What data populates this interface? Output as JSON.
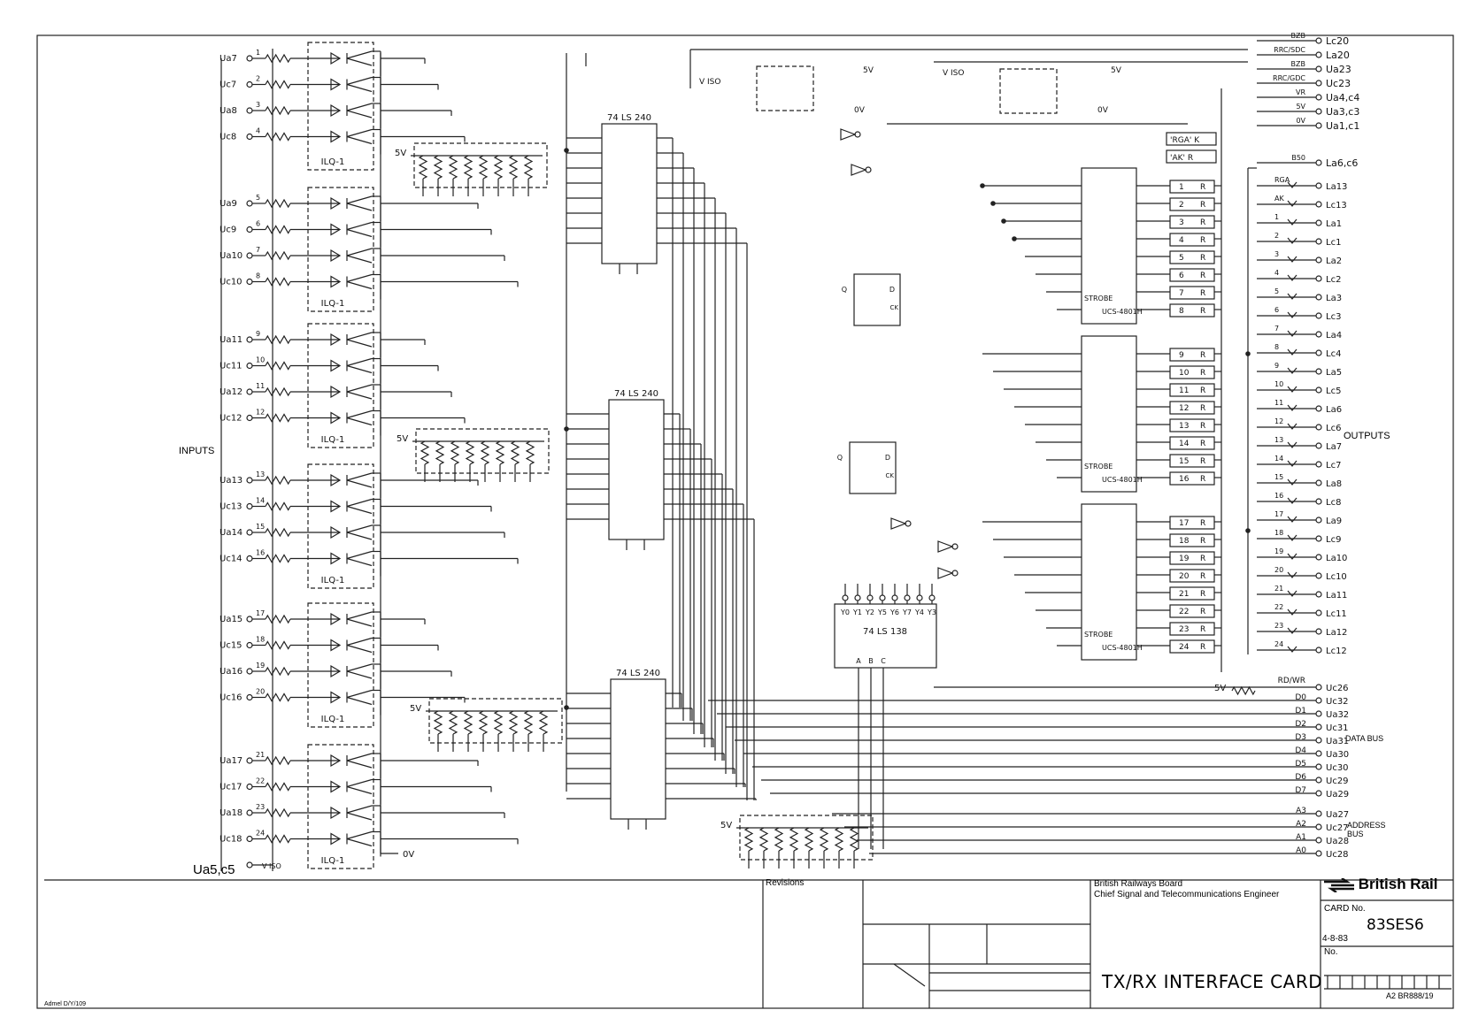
{
  "inputs_label": "INPUTS",
  "outputs_label": "OUTPUTS",
  "input_pins": [
    "Ua7",
    "Uc7",
    "Ua8",
    "Uc8",
    "Ua9",
    "Uc9",
    "Ua10",
    "Uc10",
    "Ua11",
    "Uc11",
    "Ua12",
    "Uc12",
    "Ua13",
    "Uc13",
    "Ua14",
    "Uc14",
    "Ua15",
    "Uc15",
    "Ua16",
    "Uc16",
    "Ua17",
    "Uc17",
    "Ua18",
    "Uc18"
  ],
  "input_numbers": [
    "1",
    "2",
    "3",
    "4",
    "5",
    "6",
    "7",
    "8",
    "9",
    "10",
    "11",
    "12",
    "13",
    "14",
    "15",
    "16",
    "17",
    "18",
    "19",
    "20",
    "21",
    "22",
    "23",
    "24"
  ],
  "supply_pin": "Ua5,c5",
  "supply_label": "V ISO",
  "ilq_label": "ILQ-1",
  "buffer_label": "74 LS 240",
  "decoder_label": "74 LS 138",
  "driver_label": "UCS-4801H",
  "strobe_label": "STROBE",
  "relay_label": "R",
  "output_numbers": [
    "1",
    "2",
    "3",
    "4",
    "5",
    "6",
    "7",
    "8",
    "9",
    "10",
    "11",
    "12",
    "13",
    "14",
    "15",
    "16",
    "17",
    "18",
    "19",
    "20",
    "21",
    "22",
    "23",
    "24"
  ],
  "output_pins": [
    "La13",
    "Lc13",
    "La1",
    "Lc1",
    "La2",
    "Lc2",
    "La3",
    "Lc3",
    "La4",
    "Lc4",
    "La5",
    "Lc5",
    "La6",
    "Lc6",
    "La7",
    "Lc7",
    "La8",
    "Lc8",
    "La9",
    "Lc9",
    "La10",
    "Lc10",
    "La11",
    "Lc11",
    "La12",
    "Lc12"
  ],
  "output_names": [
    "RGA",
    "AK"
  ],
  "top_pins": [
    {
      "sig": "BZB",
      "pin": "Lc20"
    },
    {
      "sig": "RRC/SDC",
      "pin": "La20"
    },
    {
      "sig": "BZB",
      "pin": "Ua23"
    },
    {
      "sig": "RRC/GDC",
      "pin": "Uc23"
    },
    {
      "sig": "VR",
      "pin": "Ua4,c4"
    },
    {
      "sig": "5V",
      "pin": "Ua3,c3"
    },
    {
      "sig": "0V",
      "pin": "Ua1,c1"
    },
    {
      "sig": "B50",
      "pin": "La6,c6"
    }
  ],
  "relay_tags": [
    "'RGA' K",
    "'AK' R"
  ],
  "rdwr": {
    "sig": "RD/WR",
    "pin": "Uc26"
  },
  "data_bus": [
    {
      "sig": "D0",
      "pin": "Uc32"
    },
    {
      "sig": "D1",
      "pin": "Ua32"
    },
    {
      "sig": "D2",
      "pin": "Uc31"
    },
    {
      "sig": "D3",
      "pin": "Ua31"
    },
    {
      "sig": "D4",
      "pin": "Ua30"
    },
    {
      "sig": "D5",
      "pin": "Uc30"
    },
    {
      "sig": "D6",
      "pin": "Uc29"
    },
    {
      "sig": "D7",
      "pin": "Ua29"
    }
  ],
  "data_bus_label": "DATA BUS",
  "address_bus": [
    {
      "sig": "A3",
      "pin": "Ua27"
    },
    {
      "sig": "A2",
      "pin": "Uc27"
    },
    {
      "sig": "A1",
      "pin": "Ua28"
    },
    {
      "sig": "A0",
      "pin": "Uc28"
    }
  ],
  "address_bus_label": "ADDRESS BUS",
  "v5": "5V",
  "v0": "0V",
  "title_block": {
    "revisions": "Revisions",
    "org1": "British Railways Board",
    "org2": "Chief Signal and Telecommunications Engineer",
    "brand": "British Rail",
    "card_no_label": "CARD No.",
    "card_no": "83SES6",
    "date": "4-8-83",
    "no_label": "No.",
    "title": "TX/RX INTERFACE CARD",
    "sheet_ref": "A2 BR888/19",
    "admel": "Admel D/Y/109"
  }
}
